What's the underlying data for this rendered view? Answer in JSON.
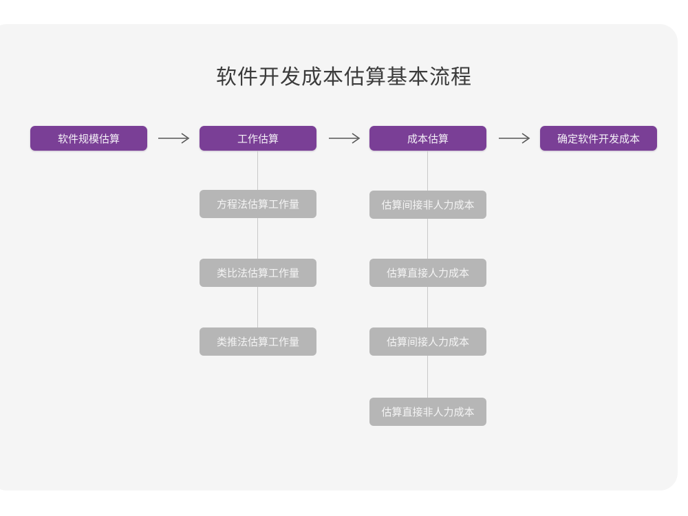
{
  "page": {
    "title": "软件开发成本估算基本流程",
    "card_background": "#f5f5f5",
    "accent_color": "#7a3f96",
    "sub_node_color": "#b6b6b6",
    "connector_color": "#c9c9c9"
  },
  "flow": {
    "arrow_glyph": "⟶",
    "stages": [
      {
        "id": "stage-1",
        "label": "软件规模估算",
        "substeps": []
      },
      {
        "id": "stage-2",
        "label": "工作估算",
        "substeps": [
          "方程法估算工作量",
          "类比法估算工作量",
          "类推法估算工作量"
        ]
      },
      {
        "id": "stage-3",
        "label": "成本估算",
        "substeps": [
          "估算间接非人力成本",
          "估算直接人力成本",
          "估算间接人力成本",
          "估算直接非人力成本"
        ]
      },
      {
        "id": "stage-4",
        "label": "确定软件开发成本",
        "substeps": []
      }
    ],
    "arrows": [
      {
        "id": "arrow-1",
        "name": "arrow-stage1-to-stage2"
      },
      {
        "id": "arrow-2",
        "name": "arrow-stage2-to-stage3"
      },
      {
        "id": "arrow-3",
        "name": "arrow-stage3-to-stage4"
      }
    ]
  }
}
